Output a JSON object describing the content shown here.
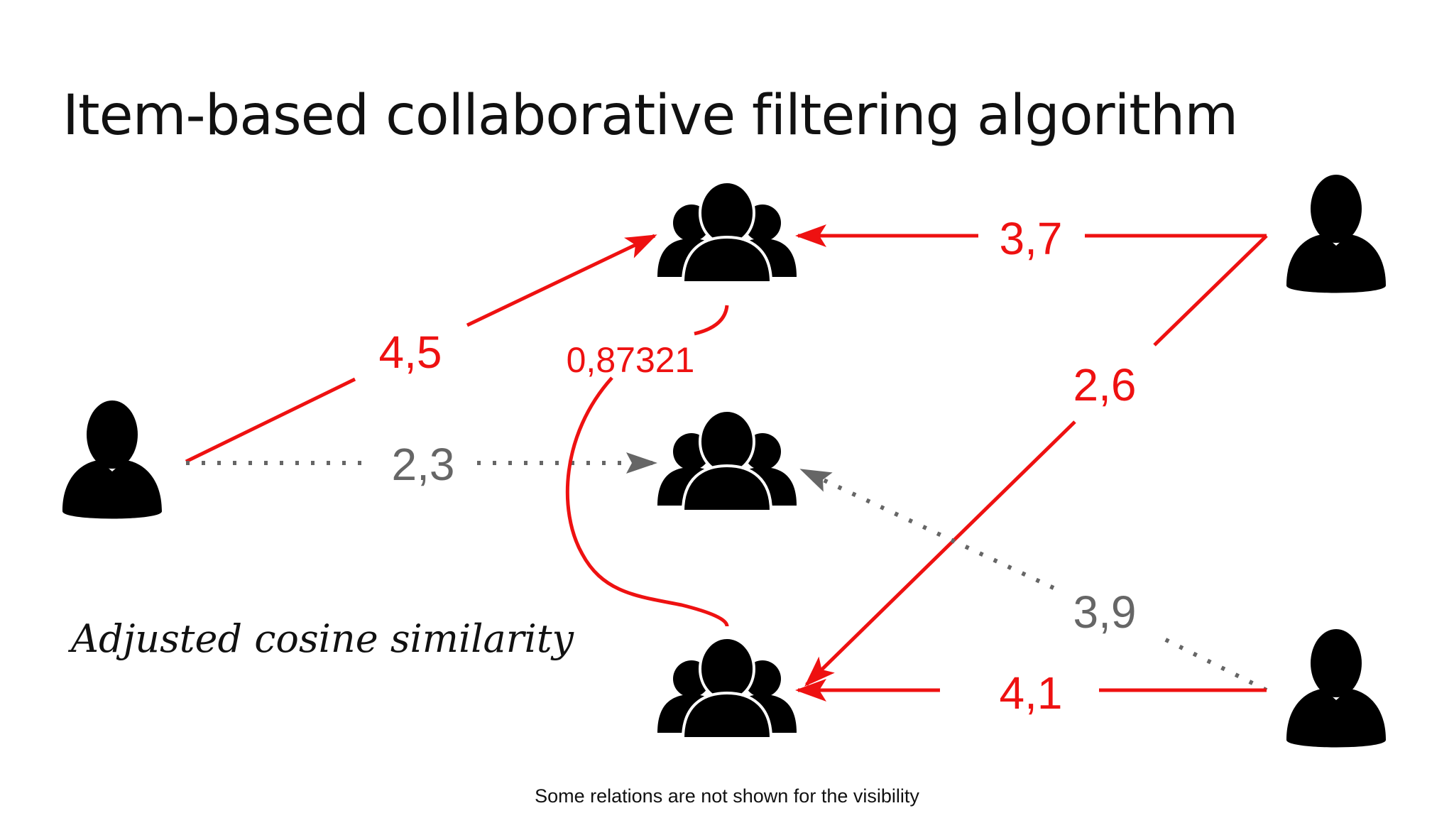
{
  "title": "Item-based collaborative filtering algorithm",
  "subtitle": "Adjusted cosine similarity",
  "footnote": "Some relations are not shown for the visibility",
  "colors": {
    "active_edge": "#ee1111",
    "inactive_edge": "#666666",
    "icon": "#000000",
    "text": "#111111"
  },
  "nodes": [
    {
      "id": "user-left",
      "icon": "user-icon"
    },
    {
      "id": "user-top-right",
      "icon": "user-icon"
    },
    {
      "id": "user-bottom-right",
      "icon": "user-icon"
    },
    {
      "id": "item-top",
      "icon": "group-icon"
    },
    {
      "id": "item-middle",
      "icon": "group-icon"
    },
    {
      "id": "item-bottom",
      "icon": "group-icon"
    }
  ],
  "edges": [
    {
      "from": "user-left",
      "to": "item-top",
      "label": "4,5",
      "style": "solid-red"
    },
    {
      "from": "user-left",
      "to": "item-middle",
      "label": "2,3",
      "style": "dotted-gray"
    },
    {
      "from": "user-top-right",
      "to": "item-top",
      "label": "3,7",
      "style": "solid-red"
    },
    {
      "from": "user-top-right",
      "to": "item-bottom",
      "label": "2,6",
      "style": "solid-red"
    },
    {
      "from": "user-bottom-right",
      "to": "item-middle",
      "label": "3,9",
      "style": "dotted-gray"
    },
    {
      "from": "user-bottom-right",
      "to": "item-bottom",
      "label": "4,1",
      "style": "solid-red"
    }
  ],
  "similarity": {
    "between": [
      "item-top",
      "item-bottom"
    ],
    "label": "0,87321"
  }
}
